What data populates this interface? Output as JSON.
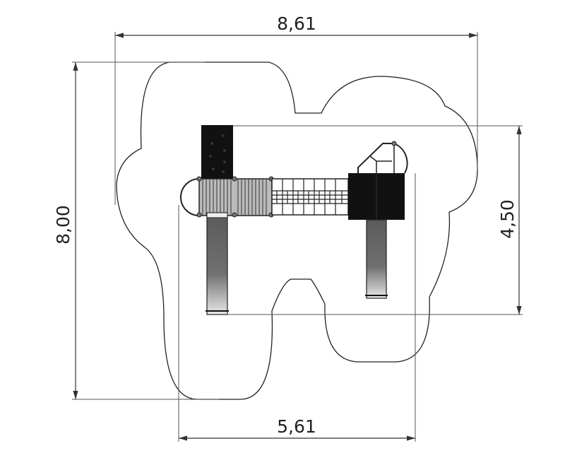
{
  "dimensions": {
    "overall_width": "8,61",
    "overall_height": "8,00",
    "equipment_depth": "4,50",
    "equipment_width": "5,61"
  },
  "colors": {
    "line": "#222222",
    "panel": "#111111",
    "slide": "#6a6a6a"
  }
}
